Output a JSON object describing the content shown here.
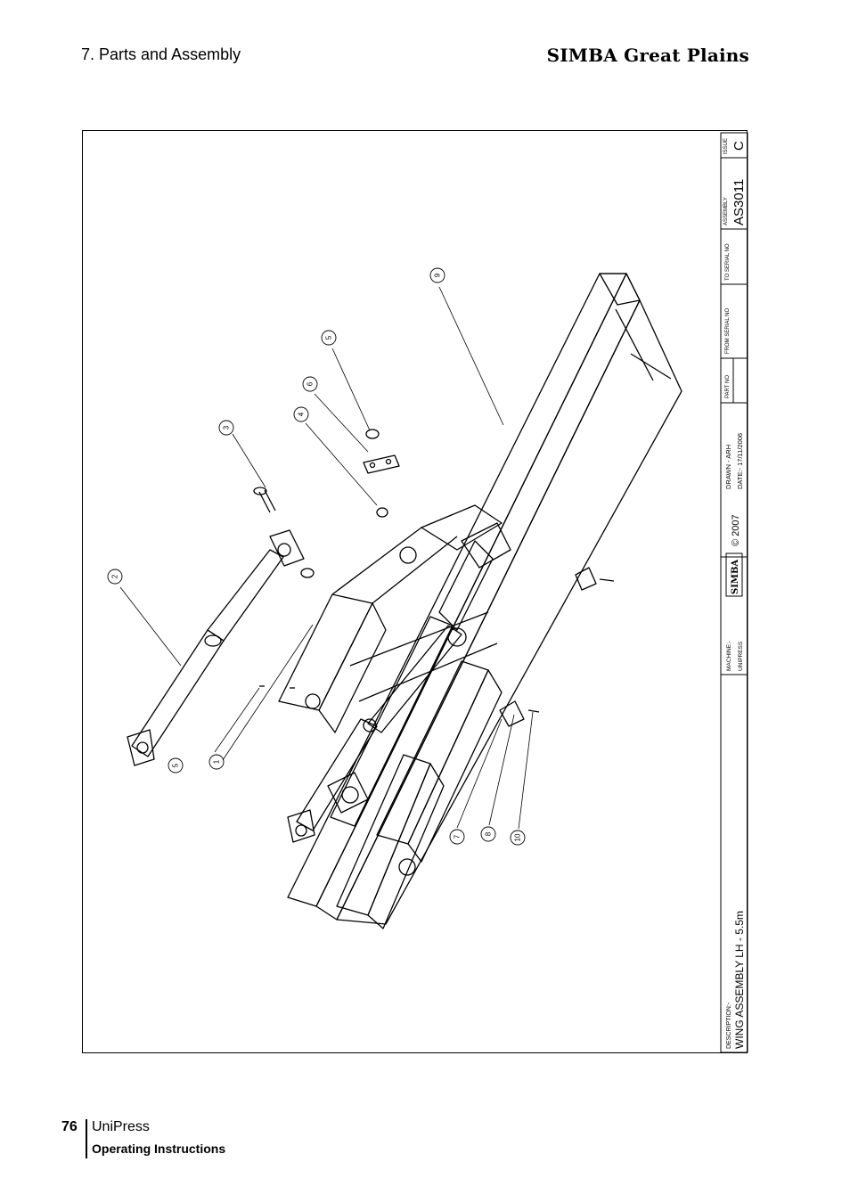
{
  "header": {
    "section": "7. Parts and Assembly",
    "brand": "SIMBA Great Plains"
  },
  "title_block": {
    "description_label": "DESCRIPTION:-",
    "description": "WING ASSEMBLY LH - 5.5m",
    "machine_label": "MACHINE:-",
    "machine": "UNIPRESS",
    "logo_text": "SIMBA",
    "copyright": "© 2007",
    "drawn": "DRAWN - ARH",
    "date": "DATE:- 17/11/2006",
    "part_no_label": "PART NO",
    "from_serial_label": "FROM SERIAL NO",
    "to_serial_label": "TO SERIAL NO",
    "assembly_label": "ASSEMBLY",
    "assembly": "AS3011",
    "issue_label": "ISSUE",
    "issue": "C"
  },
  "callouts": [
    "1",
    "2",
    "3",
    "4",
    "5",
    "6",
    "7",
    "8",
    "9",
    "10",
    "5"
  ],
  "footer": {
    "page_number": "76",
    "product": "UniPress",
    "subtitle": "Operating Instructions"
  }
}
